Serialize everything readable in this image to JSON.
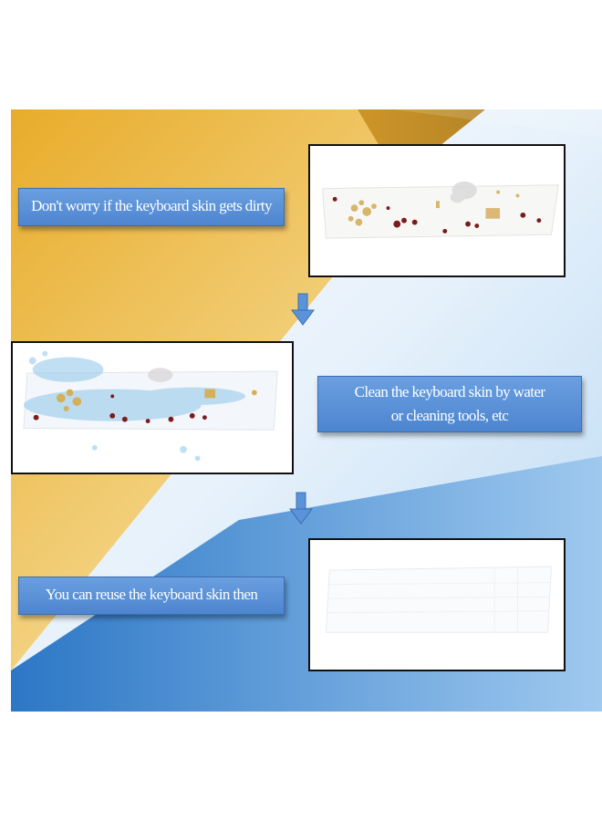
{
  "steps": {
    "dirty": {
      "caption": "Don't worry if the keyboard skin gets dirty",
      "image_icon": "dirty-keyboard-skin"
    },
    "clean": {
      "caption_line1": "Clean the keyboard skin by water",
      "caption_line2": "or cleaning tools, etc",
      "image_icon": "washing-keyboard-skin"
    },
    "reuse": {
      "caption": "You can reuse the keyboard skin then",
      "image_icon": "clean-keyboard-skin"
    }
  },
  "arrow_icon": "down-arrow-icon",
  "colors": {
    "gold": "#e9b132",
    "blue": "#3f86d0",
    "caption_bg": "#5b93da",
    "frame_border": "#111111"
  }
}
